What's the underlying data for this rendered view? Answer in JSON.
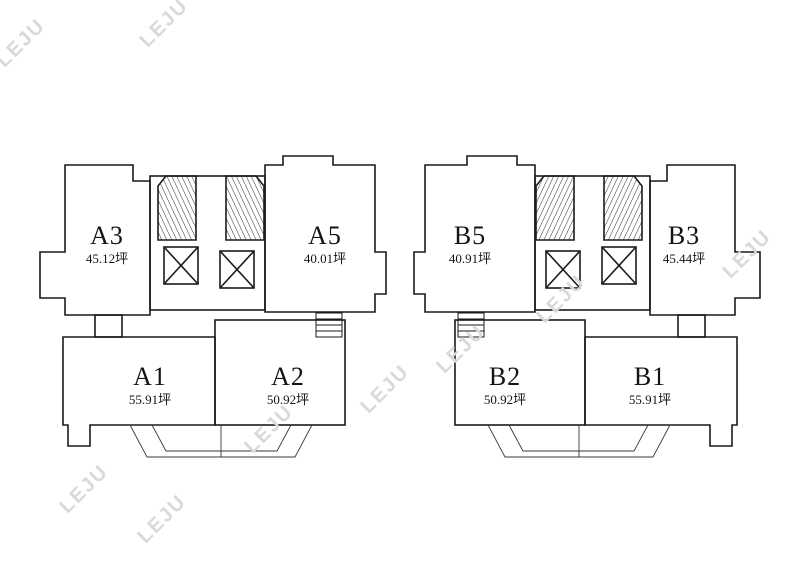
{
  "watermark": {
    "text": "LEJU",
    "color": "#d9d9d9"
  },
  "colors": {
    "line": "#1a1a1a",
    "thin_line": "#3a3a3a",
    "background": "#ffffff"
  },
  "area_unit": "坪",
  "units": [
    {
      "label": "A3",
      "area": "45.12坪"
    },
    {
      "label": "A5",
      "area": "40.01坪"
    },
    {
      "label": "B5",
      "area": "40.91坪"
    },
    {
      "label": "B3",
      "area": "45.44坪"
    },
    {
      "label": "A1",
      "area": "55.91坪"
    },
    {
      "label": "A2",
      "area": "50.92坪"
    },
    {
      "label": "B2",
      "area": "50.92坪"
    },
    {
      "label": "B1",
      "area": "55.91坪"
    }
  ]
}
